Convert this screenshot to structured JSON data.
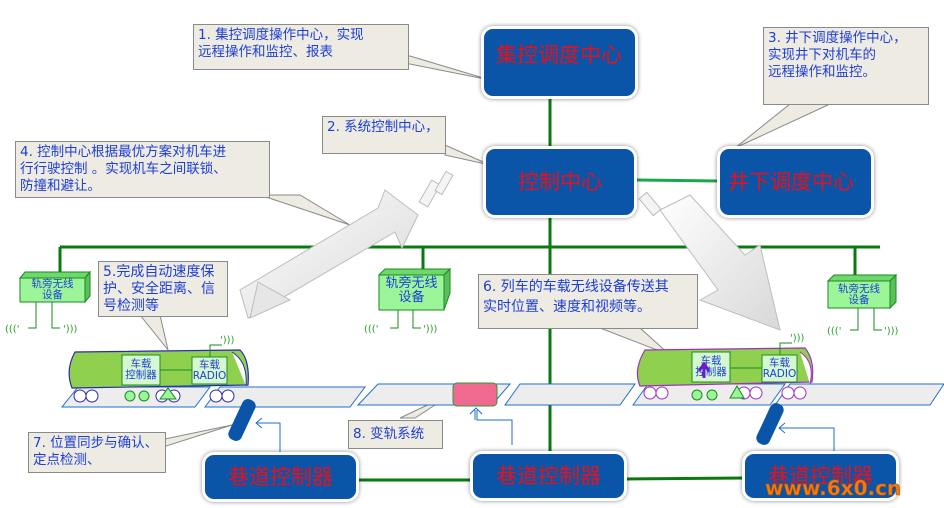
{
  "nodes": {
    "central_dispatch": "集控调度中心",
    "control_center": "控制中心",
    "underground_dispatch": "井下调度中心",
    "roadway_controller_left": "巷道控制器",
    "roadway_controller_mid": "巷道控制器",
    "roadway_controller_right": "巷道控制器"
  },
  "callouts": [
    {
      "id": 1,
      "text": "1. 集控调度操作中心，实现\n   远程操作和监控、报表"
    },
    {
      "id": 2,
      "text": "2. 系统控制中心，"
    },
    {
      "id": 3,
      "text": "3. 井下调度操作中心，\n   实现井下对机车的\n   远程操作和监控。"
    },
    {
      "id": 4,
      "text": "4. 控制中心根据最优方案对机车进\n行行驶控制 。实现机车之间联锁、\n防撞和避让。"
    },
    {
      "id": 5,
      "text": "5.完成自动速度保\n护、安全距离、信\n号检测等"
    },
    {
      "id": 6,
      "text": "6. 列车的车载无线设备传送其\n实时位置、速度和视频等。"
    },
    {
      "id": 7,
      "text": "7. 位置同步与确认、\n    定点检测、"
    },
    {
      "id": 8,
      "text": "8. 变轨系统"
    }
  ],
  "devices": {
    "trackside_wireless": "轨旁无线\n设备",
    "onboard_controller": "车载\n控制器",
    "onboard_radio": "车载\nRADIO"
  },
  "watermark": "www.6x0.cn",
  "colors": {
    "node_fill": "#0a55a8",
    "node_text": "#e8101a",
    "network_line": "#0a7a10",
    "callout_fill": "#eeebe2",
    "callout_text": "#1d3fd6",
    "train_body": "#8fd14f",
    "switch_system": "#f06a90",
    "device_fill": "#9df59a"
  }
}
